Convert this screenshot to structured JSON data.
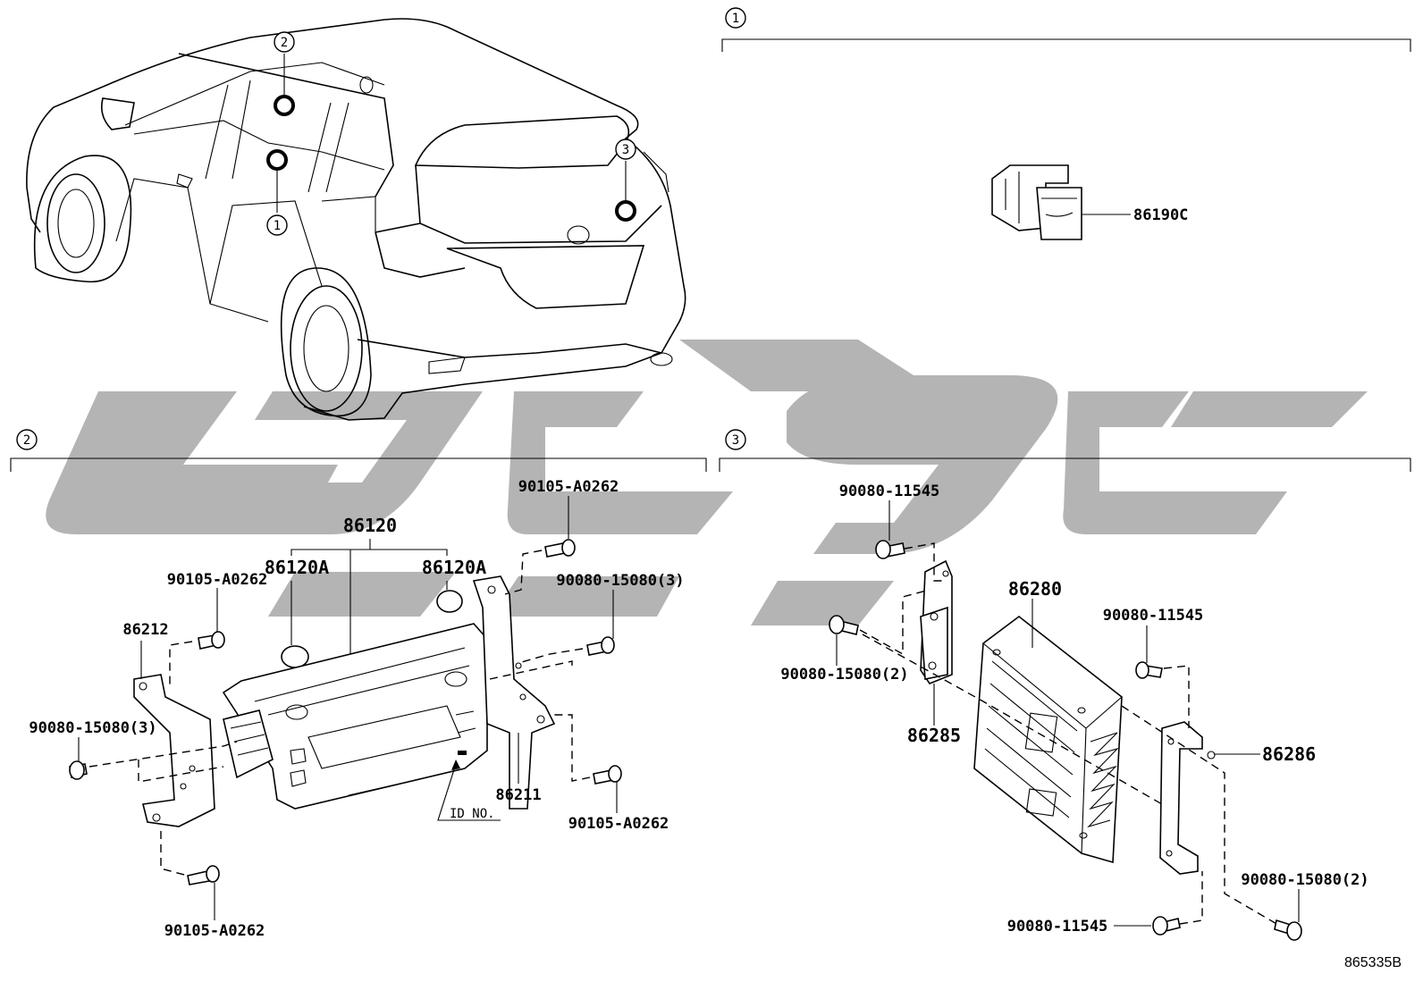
{
  "diagram_code": "865335B",
  "sections": {
    "s1": {
      "marker": "1"
    },
    "s2": {
      "marker": "2"
    },
    "s3": {
      "marker": "3"
    }
  },
  "overview_markers": [
    "2",
    "1",
    "3"
  ],
  "labels": {
    "p86190C": "86190C",
    "p86120": "86120",
    "p86120A_left": "86120A",
    "p86120A_right": "86120A",
    "p90105_top": "90105-A0262",
    "p90105_left": "90105-A0262",
    "p90105_right": "90105-A0262",
    "p90105_bottom": "90105-A0262",
    "p86212": "86212",
    "p90080_15080_3_left": "90080-15080(3)",
    "p90080_15080_3_right": "90080-15080(3)",
    "p86211": "86211",
    "id_no": "ID NO.",
    "p90080_11545_top": "90080-11545",
    "p90080_15080_2_left": "90080-15080(2)",
    "p86280": "86280",
    "p86285": "86285",
    "p90080_11545_right": "90080-11545",
    "p86286": "86286",
    "p90080_15080_2_right": "90080-15080(2)",
    "p90080_11545_bottom": "90080-11545"
  }
}
